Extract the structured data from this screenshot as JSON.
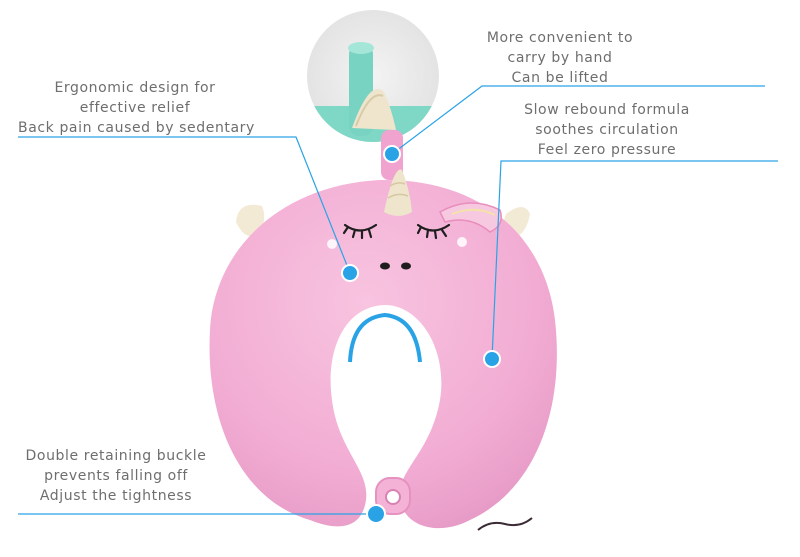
{
  "callouts": {
    "top_right": {
      "lines": [
        "More convenient to",
        "carry by hand",
        "Can be lifted"
      ]
    },
    "upper_left": {
      "lines": [
        "Ergonomic design for",
        "effective relief",
        "Back pain caused by sedentary"
      ]
    },
    "right": {
      "lines": [
        "Slow rebound formula",
        "soothes circulation",
        "Feel zero pressure"
      ]
    },
    "lower_left": {
      "lines": [
        "Double retaining buckle",
        "prevents falling off",
        "Adjust the tightness"
      ]
    }
  },
  "colors": {
    "accent": "#2aa3e6",
    "pillow": "#f4b3d6",
    "pillow_shadow": "#e592c0",
    "horn": "#efe4cc",
    "mint": "#7fd7c5",
    "text": "#6e6e6e"
  },
  "icons": {
    "pillow": "unicorn-neck-pillow-illustration",
    "inset": "handle-closeup-photo"
  }
}
